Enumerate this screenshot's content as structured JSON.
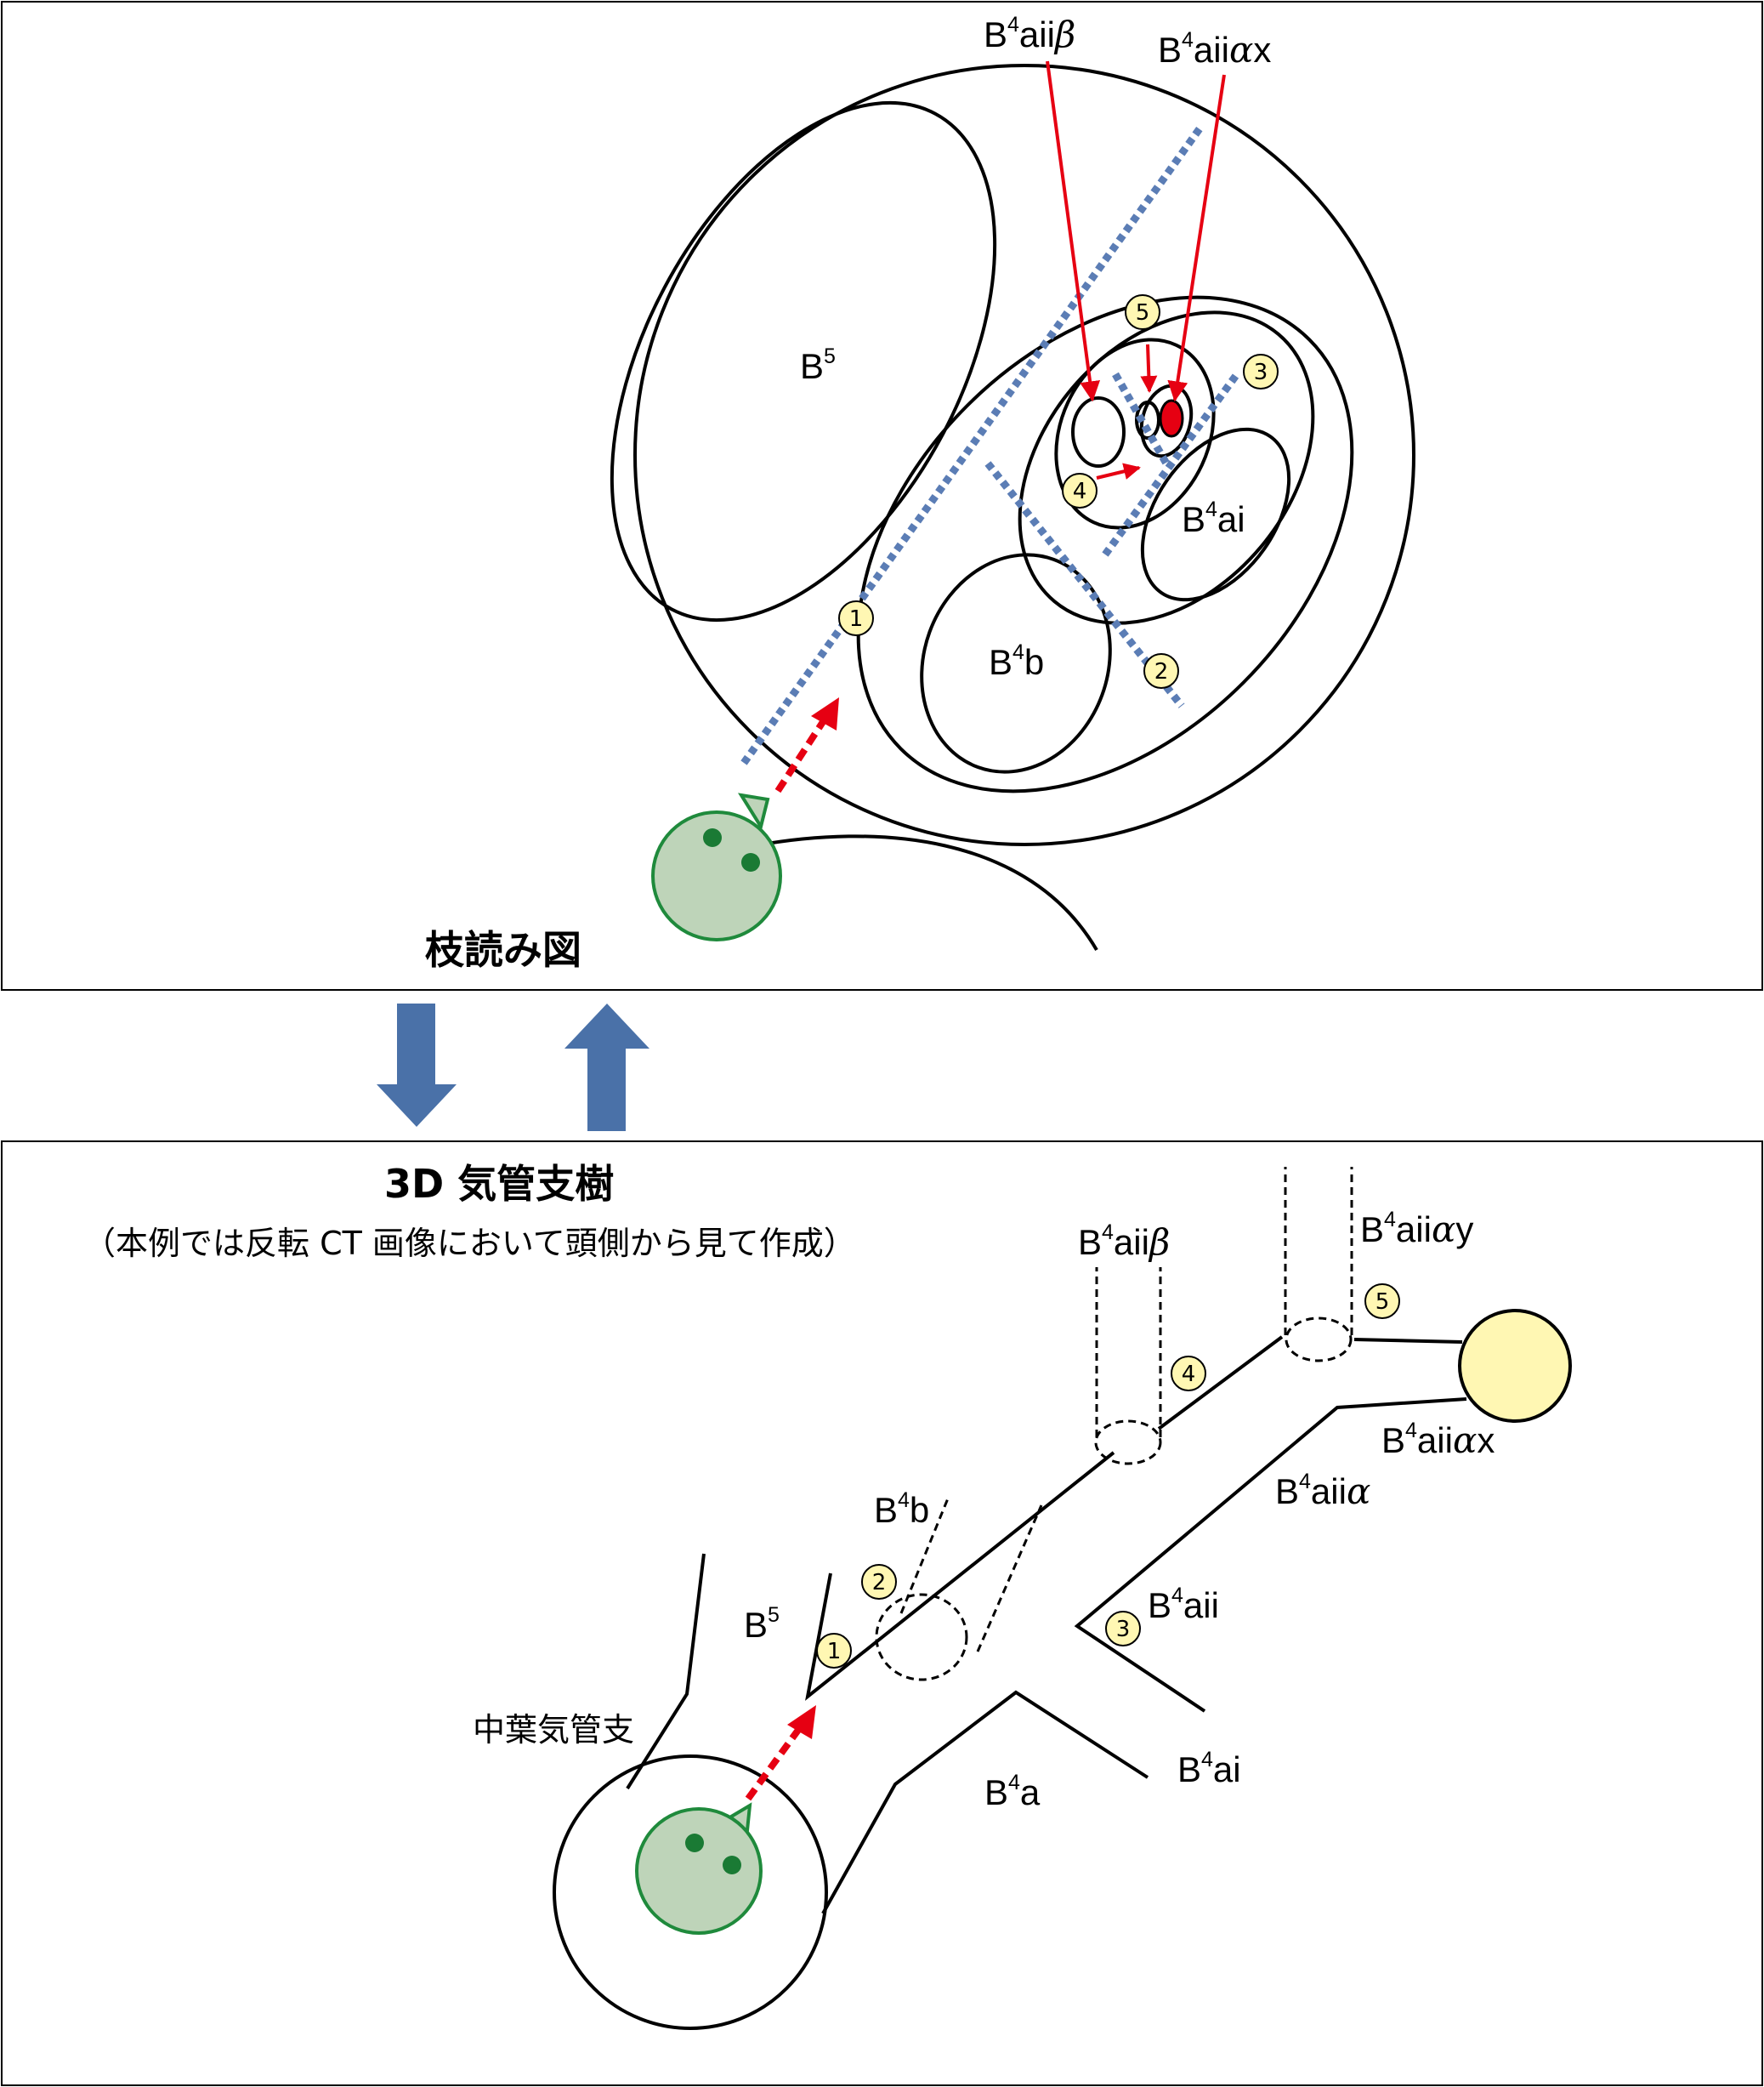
{
  "top_panel": {
    "title": "枝読み図",
    "labels": {
      "b5": {
        "base": "B",
        "sup": "5",
        "rest": ""
      },
      "b4b": {
        "base": "B",
        "sup": "4",
        "rest": "b"
      },
      "b4ai": {
        "base": "B",
        "sup": "4",
        "rest": "ai"
      },
      "b4aii_beta": {
        "base": "B",
        "sup": "4",
        "rest": "aii",
        "greek": "β",
        "tail": ""
      },
      "b4aii_alpha_x": {
        "base": "B",
        "sup": "4",
        "rest": "aii",
        "greek": "α",
        "tail": "x"
      }
    },
    "markers": [
      "1",
      "2",
      "3",
      "4",
      "5"
    ]
  },
  "bottom_panel": {
    "title": "3D 気管支樹",
    "subtitle": "（本例では反転 CT 画像において頭側から見て作成）",
    "labels": {
      "middle_lobe": "中葉気管支",
      "b5": {
        "base": "B",
        "sup": "5",
        "rest": ""
      },
      "b4a": {
        "base": "B",
        "sup": "4",
        "rest": "a"
      },
      "b4b": {
        "base": "B",
        "sup": "4",
        "rest": "b"
      },
      "b4ai": {
        "base": "B",
        "sup": "4",
        "rest": "ai"
      },
      "b4aii": {
        "base": "B",
        "sup": "4",
        "rest": "aii"
      },
      "b4aii_alpha": {
        "base": "B",
        "sup": "4",
        "rest": "aii",
        "greek": "α",
        "tail": ""
      },
      "b4aii_beta": {
        "base": "B",
        "sup": "4",
        "rest": "aii",
        "greek": "β",
        "tail": ""
      },
      "b4aii_alpha_y": {
        "base": "B",
        "sup": "4",
        "rest": "aii",
        "greek": "α",
        "tail": "y"
      },
      "b4aii_alpha_x": {
        "base": "B",
        "sup": "4",
        "rest": "aii",
        "greek": "α",
        "tail": "x"
      }
    },
    "markers": [
      "1",
      "2",
      "3",
      "4",
      "5"
    ]
  },
  "colors": {
    "dotted_blue": "#5b7db5",
    "arrow_red": "#e60012",
    "big_arrow_blue": "#4a71a8",
    "head_fill": "#bed4b9",
    "head_stroke": "#1f8a3c",
    "eye": "#1a7a34",
    "marker_fill": "#fff7b3",
    "target_fill": "#fff7b3"
  }
}
